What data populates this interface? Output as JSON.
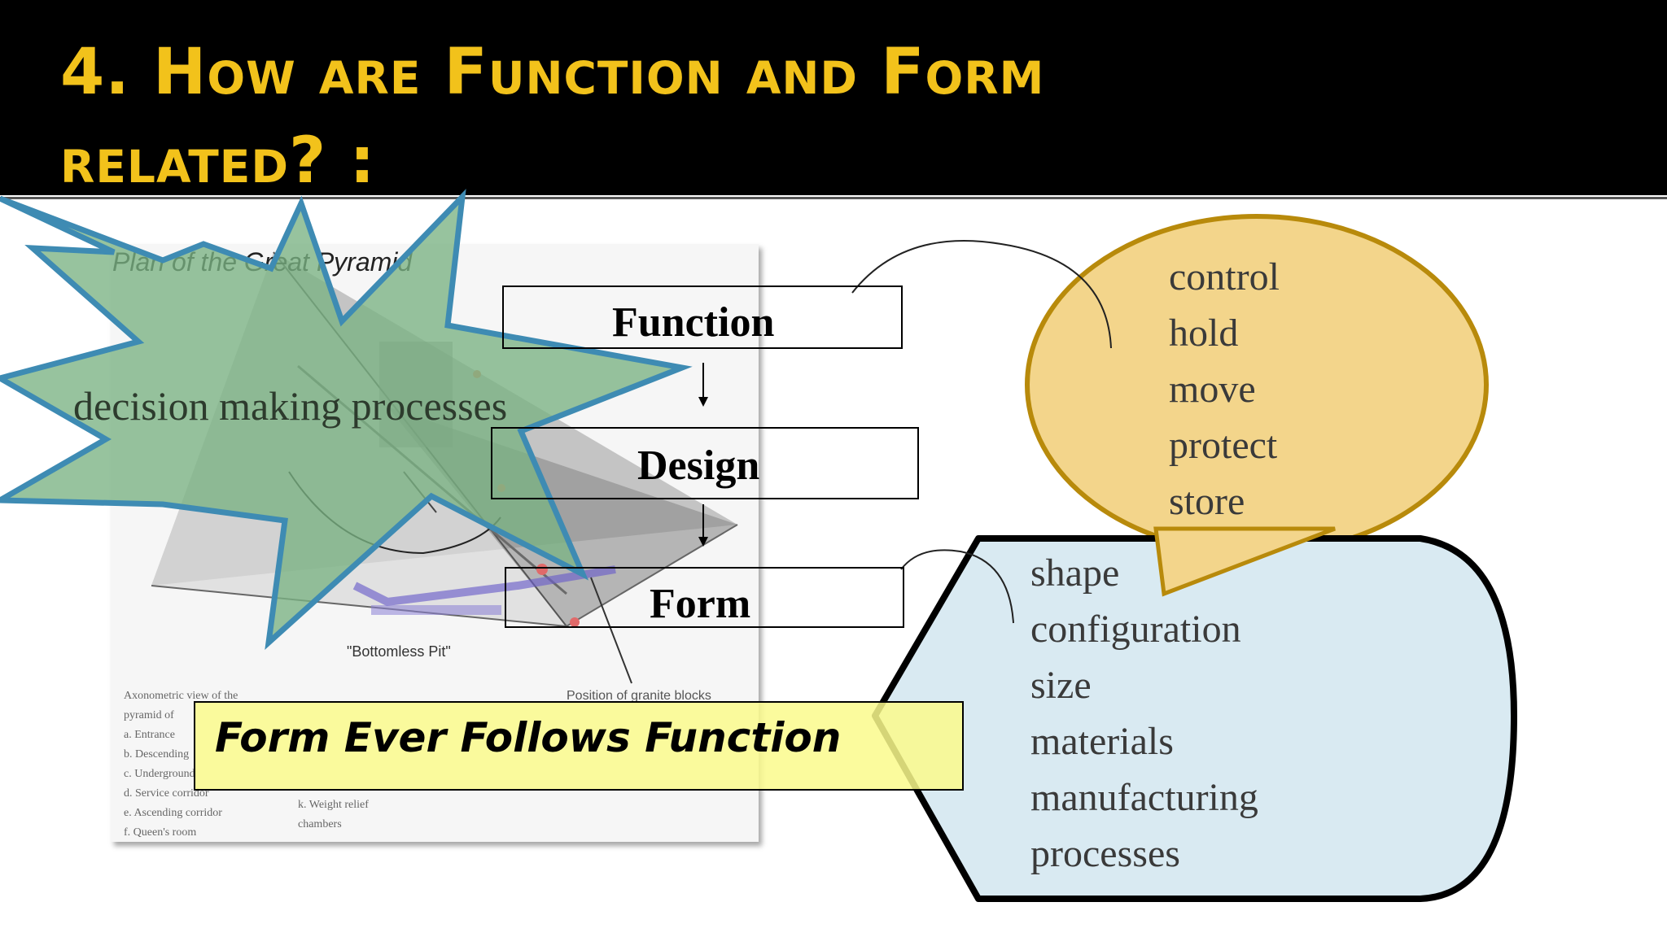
{
  "slide": {
    "title_line1": "4. How are Function and Form",
    "title_line2": "related? :",
    "colors": {
      "title": "#f2c21b",
      "title_bar": "#000000",
      "thought_bubble": "#f3d58b",
      "callout": "#d9eaf2",
      "burst": "#7ab283",
      "banner": "#fafa8c"
    }
  },
  "illustration": {
    "caption": "Plan of the Great Pyramid",
    "pit_label": "\"Bottomless Pit\"",
    "blocks_label": "Position of granite blocks",
    "legend": [
      "Axonometric view of the",
      "pyramid of",
      "a. Entrance",
      "b. Descending",
      "c. Underground",
      "d. Service corridor",
      "e. Ascending corridor",
      "f. Queen's room"
    ],
    "legend_right": [
      "k. Weight relief",
      "chambers"
    ]
  },
  "flow": {
    "step1": "Function",
    "step2": "Design",
    "step3": "Form"
  },
  "burst_text": "decision making processes",
  "function_words": [
    "control",
    "hold",
    "move",
    "protect",
    "store"
  ],
  "form_words": [
    "shape",
    "configuration",
    "size",
    "materials",
    "manufacturing",
    "processes"
  ],
  "banner_text": "Form Ever Follows Function"
}
